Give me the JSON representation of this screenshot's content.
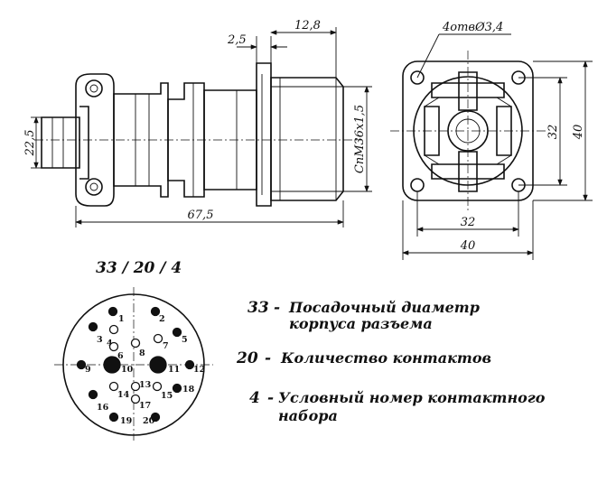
{
  "side_view": {
    "dims": {
      "d_2_5": "2,5",
      "d_12_8": "12,8",
      "d_22_5": "22,5",
      "thread": "СпМ36х1,5",
      "d_67_5": "67,5"
    }
  },
  "front_view": {
    "dims": {
      "holes": "4отвØ3,4",
      "h_32": "32",
      "h_40": "40",
      "w_32": "32",
      "w_40": "40"
    }
  },
  "designation": "33 / 20 / 4",
  "contact_diagram": {
    "pins": [
      "1",
      "2",
      "3",
      "4",
      "5",
      "6",
      "7",
      "8",
      "9",
      "10",
      "11",
      "12",
      "13",
      "14",
      "15",
      "16",
      "17",
      "18",
      "19",
      "20"
    ]
  },
  "legend": [
    {
      "num": "33",
      "dash": "-",
      "line1": "Посадочный диаметр",
      "line2": "корпуса разъема"
    },
    {
      "num": "20",
      "dash": "-",
      "line1": "Количество контактов",
      "line2": ""
    },
    {
      "num": "4",
      "dash": "-",
      "line1": "Условный номер контактного",
      "line2": "набора"
    }
  ]
}
